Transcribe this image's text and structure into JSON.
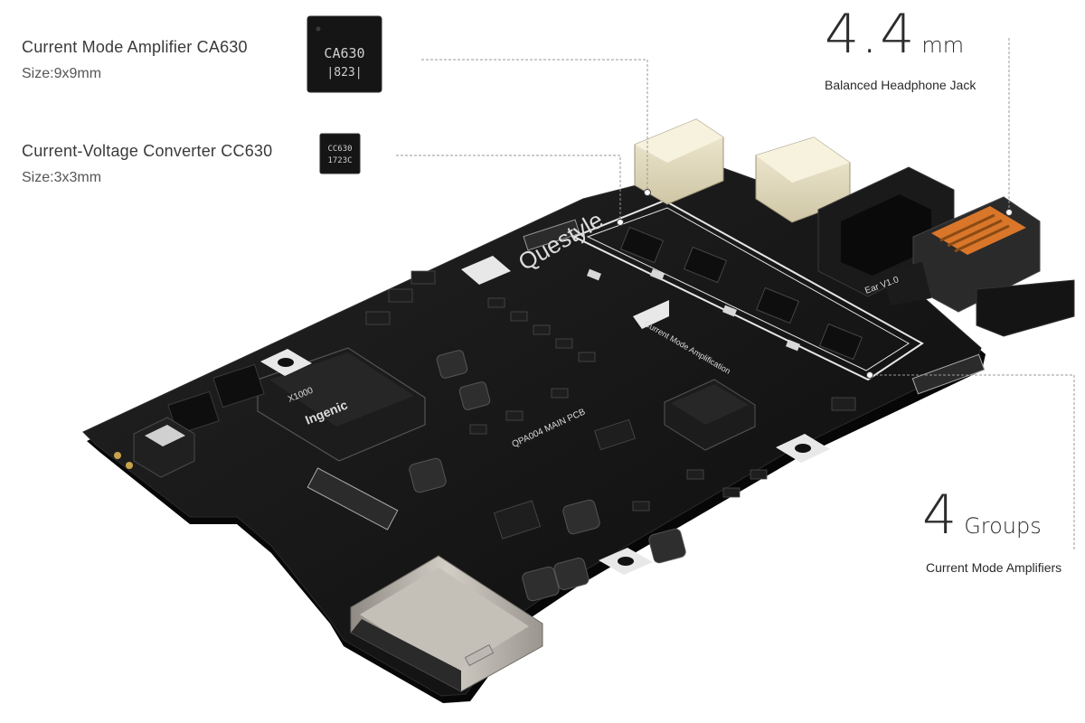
{
  "callouts": {
    "ca630": {
      "title": "Current Mode Amplifier CA630",
      "size": "Size:9x9mm"
    },
    "cc630": {
      "title": "Current-Voltage Converter CC630",
      "size": "Size:3x3mm"
    },
    "jack": {
      "number": "4.4",
      "unit": "mm",
      "caption": "Balanced Headphone Jack"
    },
    "groups": {
      "number": "4",
      "unit": "Groups",
      "caption": "Current Mode Amplifiers"
    }
  },
  "chip_markings": {
    "ca630_line1": "CA630",
    "ca630_line2": "|823|",
    "cc630_line1": "CC630",
    "cc630_line2": "1723C"
  },
  "board_markings": {
    "brand": "Questyle",
    "cma": "Current Mode Amplification",
    "soc": "X1000",
    "soc_brand": "Ingenic",
    "pcb_id": "QPA004 MAIN PCB",
    "jack_board": "Ear V1.0"
  },
  "colors": {
    "pcb": "#141414",
    "silkscreen": "#e6e6e6",
    "connector_beige": "#eae3c9",
    "sd_metal": "#b7b3ac",
    "flex_orange": "#d9762a"
  }
}
